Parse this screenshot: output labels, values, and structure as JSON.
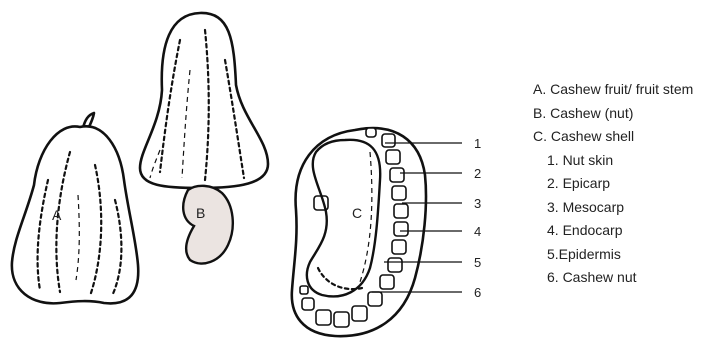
{
  "figure": {
    "labels": {
      "a": "A",
      "b": "B",
      "c": "C"
    },
    "callout_numbers": [
      "1",
      "2",
      "3",
      "4",
      "5",
      "6"
    ],
    "colors": {
      "outline": "#111111",
      "nut_fill": "#ebe4e1",
      "background": "#ffffff"
    }
  },
  "legend": {
    "items": [
      "A. Cashew fruit/ fruit stem",
      "B. Cashew (nut)",
      "C. Cashew shell",
      "1. Nut skin",
      "2. Epicarp",
      "3. Mesocarp",
      "4. Endocarp",
      "5.Epidermis",
      "6. Cashew nut"
    ]
  }
}
